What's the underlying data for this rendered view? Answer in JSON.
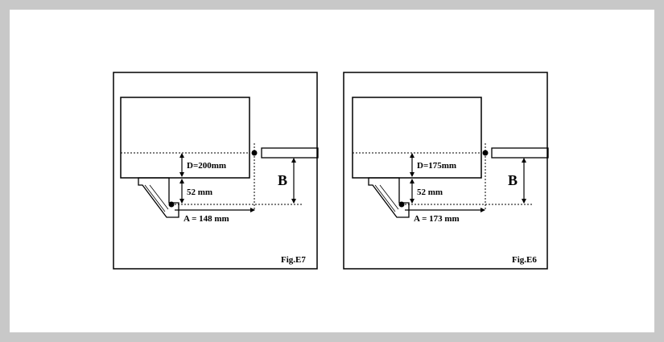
{
  "figures": [
    {
      "caption": "Fig.E7",
      "depth_label": "D=200mm",
      "gap_label": "52 mm",
      "distance_label": "A = 148 mm",
      "b_label": "B"
    },
    {
      "caption": "Fig.E6",
      "depth_label": "D=175mm",
      "gap_label": "52 mm",
      "distance_label": "A = 173 mm",
      "b_label": "B"
    }
  ]
}
